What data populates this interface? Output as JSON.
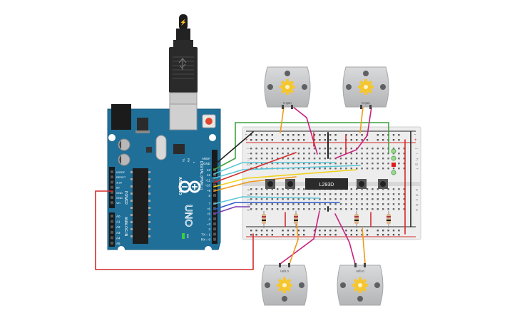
{
  "board": {
    "name": "UNO",
    "brand": "ARDUINO",
    "sec_digital": "DIGITAL (PWM ~)",
    "sec_power": "POWER",
    "sec_analog": "ANALOG IN",
    "aref": "AREF",
    "gnd": "GND",
    "tx": "TX",
    "rx": "RX",
    "l": "L",
    "on": "ON",
    "digital_pins": [
      "13",
      "12",
      "~11",
      "~10",
      "~9",
      "8",
      "7",
      "~6",
      "~5",
      "4",
      "~3",
      "2",
      "TX→1",
      "RX←0"
    ],
    "power_pins": [
      "IOREF",
      "RESET",
      "3.3V",
      "5V",
      "GND",
      "GND",
      "Vin"
    ],
    "analog_pins": [
      "A0",
      "A1",
      "A2",
      "A3",
      "A4",
      "A5"
    ]
  },
  "chip": {
    "label": "L293D"
  },
  "motors": {
    "label": "0 rpm"
  },
  "breadboard": {
    "rows_right": [
      "j",
      "i",
      "h",
      "g",
      "f",
      "e",
      "d",
      "c",
      "b",
      "a"
    ],
    "rail_plus": "+",
    "rail_minus": "-"
  },
  "colors": {
    "board": "#1f6f99",
    "board_dark": "#165a7e",
    "wire_red": "#d42a2a",
    "wire_green": "#3fa33f",
    "wire_black": "#222222",
    "wire_orange": "#f09a1a",
    "wire_magenta": "#c8227e",
    "wire_cyan": "#5bc6d8",
    "wire_yellow": "#f0d21a",
    "wire_blue": "#2c58c8",
    "wire_purple": "#7a3ab0",
    "led_red": "#e01b1b",
    "motor_gear": "#f6c62e"
  }
}
